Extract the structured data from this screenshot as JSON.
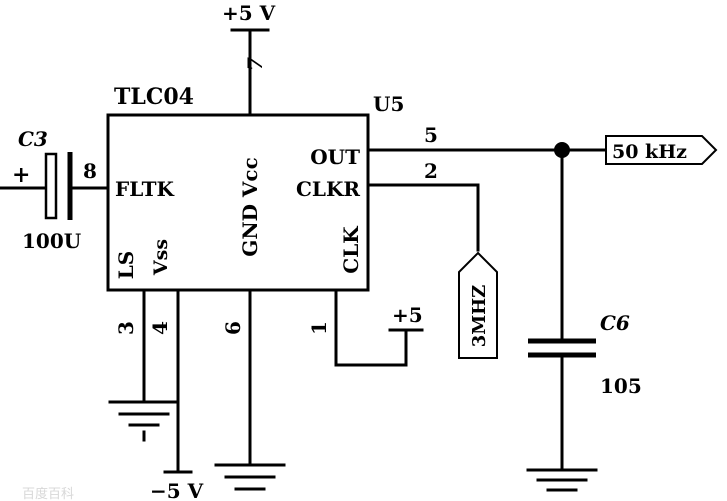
{
  "ic": {
    "part": "TLC04",
    "ref": "U5",
    "pins": {
      "fltk": "FLTK",
      "out": "OUT",
      "clkr": "CLKR",
      "gnd_vcc": "GND Vcc",
      "ls": "LS",
      "vss": "Vss",
      "clk": "CLK"
    },
    "pin_numbers": {
      "vcc": "7",
      "fltk": "8",
      "out": "5",
      "clkr": "2",
      "ls": "3",
      "vss": "4",
      "gnd": "6",
      "clk": "1"
    }
  },
  "supplies": {
    "top": "+5 V",
    "clk_tie": "+5",
    "bottom_negative": "−5 V"
  },
  "capacitors": {
    "c3": {
      "ref": "C3",
      "value": "100U",
      "polarity": "+"
    },
    "c6": {
      "ref": "C6",
      "value": "105"
    }
  },
  "ports": {
    "output": "50 kHz",
    "clock_in": "3MHZ"
  },
  "watermark": "百度百科"
}
